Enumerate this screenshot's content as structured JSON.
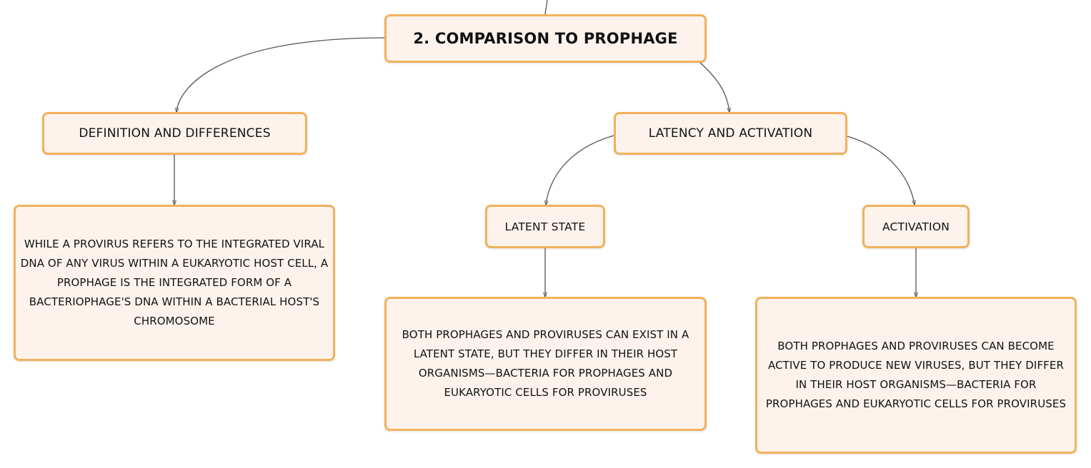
{
  "diagram": {
    "root": {
      "label": "2. COMPARISON TO PROPHAGE"
    },
    "definition": {
      "label": "DEFINITION AND DIFFERENCES",
      "detail": "WHILE A PROVIRUS REFERS TO THE INTEGRATED VIRAL DNA OF ANY VIRUS WITHIN A EUKARYOTIC HOST CELL, A PROPHAGE IS THE INTEGRATED FORM OF A BACTERIOPHAGE'S DNA WITHIN A BACTERIAL HOST'S CHROMOSOME"
    },
    "latency": {
      "label": "LATENCY AND ACTIVATION",
      "latent_state": {
        "label": "LATENT STATE",
        "detail": "BOTH PROPHAGES AND PROVIRUSES CAN EXIST IN A LATENT STATE, BUT THEY DIFFER IN THEIR HOST ORGANISMS—BACTERIA FOR PROPHAGES AND EUKARYOTIC CELLS FOR PROVIRUSES"
      },
      "activation": {
        "label": "ACTIVATION",
        "detail": "BOTH PROPHAGES AND PROVIRUSES CAN BECOME ACTIVE TO PRODUCE NEW VIRUSES, BUT THEY DIFFER IN THEIR HOST ORGANISMS—BACTERIA FOR PROPHAGES AND EUKARYOTIC CELLS FOR PROVIRUSES"
      }
    },
    "colors": {
      "node_fill": "#fdf3ec",
      "node_border": "#f2b15b",
      "connector": "#555555"
    }
  }
}
